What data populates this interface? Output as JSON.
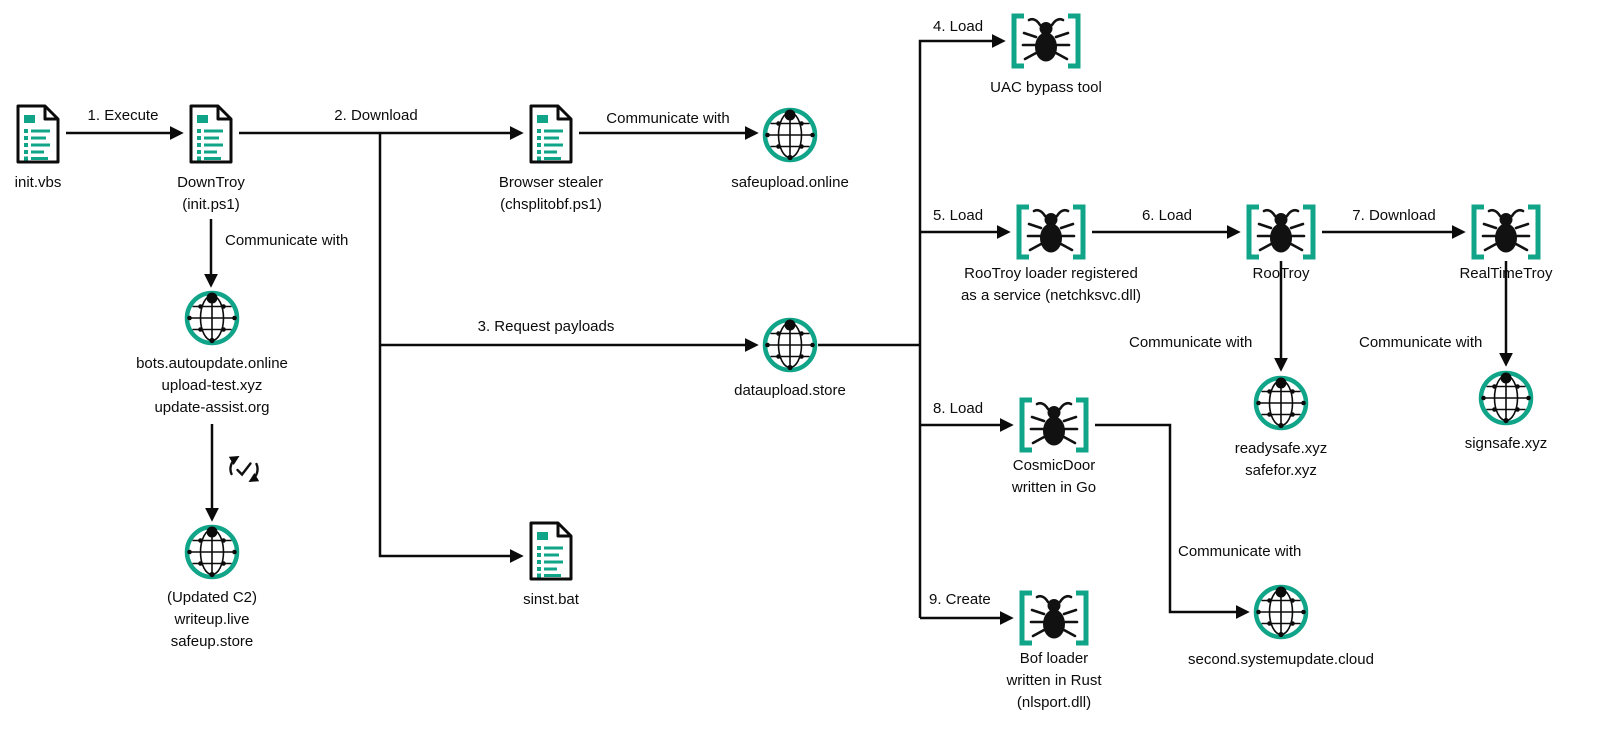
{
  "colors": {
    "accent_teal": "#10A489",
    "ink": "#0B0B0B",
    "background": "#FFFFFF"
  },
  "nodes": {
    "init_vbs": {
      "icon": "file-icon",
      "lines": [
        "init.vbs"
      ]
    },
    "downtroy": {
      "icon": "file-icon",
      "lines": [
        "DownTroy",
        "(init.ps1)"
      ]
    },
    "browser_stealer": {
      "icon": "file-icon",
      "lines": [
        "Browser stealer",
        "(chsplitobf.ps1)"
      ]
    },
    "safeupload": {
      "icon": "globe-icon",
      "lines": [
        "safeupload.online"
      ]
    },
    "bots_c2": {
      "icon": "globe-icon",
      "lines": [
        "bots.autoupdate.online",
        "upload-test.xyz",
        "update-assist.org"
      ]
    },
    "updated_c2": {
      "icon": "globe-icon",
      "lines": [
        "(Updated C2)",
        "writeup.live",
        "safeup.store"
      ]
    },
    "dataupload": {
      "icon": "globe-icon",
      "lines": [
        "dataupload.store"
      ]
    },
    "sinst_bat": {
      "icon": "file-icon",
      "lines": [
        "sinst.bat"
      ]
    },
    "uac_bypass": {
      "icon": "bug-icon",
      "lines": [
        "UAC bypass tool"
      ]
    },
    "rootroy_loader": {
      "icon": "bug-icon",
      "lines": [
        "RooTroy loader registered",
        "as a service (netchksvc.dll)"
      ]
    },
    "rootroy": {
      "icon": "bug-icon",
      "lines": [
        "RooTroy"
      ]
    },
    "realtimetroy": {
      "icon": "bug-icon",
      "lines": [
        "RealTimeTroy"
      ]
    },
    "readysafe": {
      "icon": "globe-icon",
      "lines": [
        "readysafe.xyz",
        "safefor.xyz"
      ]
    },
    "signsafe": {
      "icon": "globe-icon",
      "lines": [
        "signsafe.xyz"
      ]
    },
    "cosmicdoor": {
      "icon": "bug-icon",
      "lines": [
        "CosmicDoor",
        "written in Go"
      ]
    },
    "second_c2": {
      "icon": "globe-icon",
      "lines": [
        "second.systemupdate.cloud"
      ]
    },
    "bof_loader": {
      "icon": "bug-icon",
      "lines": [
        "Bof loader",
        "written in Rust",
        "(nlsport.dll)"
      ]
    }
  },
  "edges": {
    "execute": "1. Execute",
    "download": "2. Download",
    "communicate_c2": "Communicate with",
    "request_payloads": "3. Request payloads",
    "communicate_stealer": "Communicate with",
    "load_uac": "4. Load",
    "load_rootroy_loader": "5. Load",
    "load_rootroy": "6. Load",
    "download_realtimetroy": "7. Download",
    "communicate_rootroy": "Communicate with",
    "communicate_realtimetroy": "Communicate with",
    "load_cosmicdoor": "8. Load",
    "communicate_cosmicdoor": "Communicate with",
    "create_bof": "9. Create"
  },
  "misc_icons": [
    "refresh-icon"
  ]
}
